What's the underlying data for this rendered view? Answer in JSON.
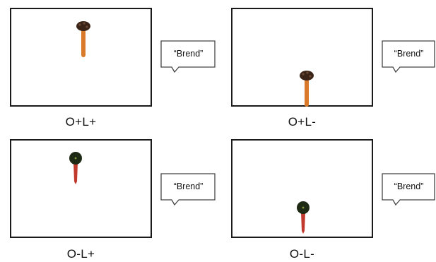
{
  "conditions": [
    {
      "label": "O+L+",
      "word": "“Brend”",
      "object": {
        "head": "dark-brown-bristle-head",
        "handle": "orange-handle"
      },
      "object_colors": {
        "head": "#3a2418",
        "handle": "#d97a2b"
      }
    },
    {
      "label": "O+L-",
      "word": "“Brend”",
      "object": {
        "head": "dark-brown-bristle-head",
        "handle": "orange-handle"
      },
      "object_colors": {
        "head": "#3a2418",
        "handle": "#d97a2b"
      }
    },
    {
      "label": "O-L+",
      "word": "“Brend”",
      "object": {
        "head": "dark-green-round-head",
        "handle": "red-handle"
      },
      "object_colors": {
        "head": "#1f2a14",
        "handle": "#c23a2e"
      }
    },
    {
      "label": "O-L-",
      "word": "“Brend”",
      "object": {
        "head": "dark-green-round-head",
        "handle": "red-handle"
      },
      "object_colors": {
        "head": "#1f2a14",
        "handle": "#c23a2e"
      }
    }
  ]
}
